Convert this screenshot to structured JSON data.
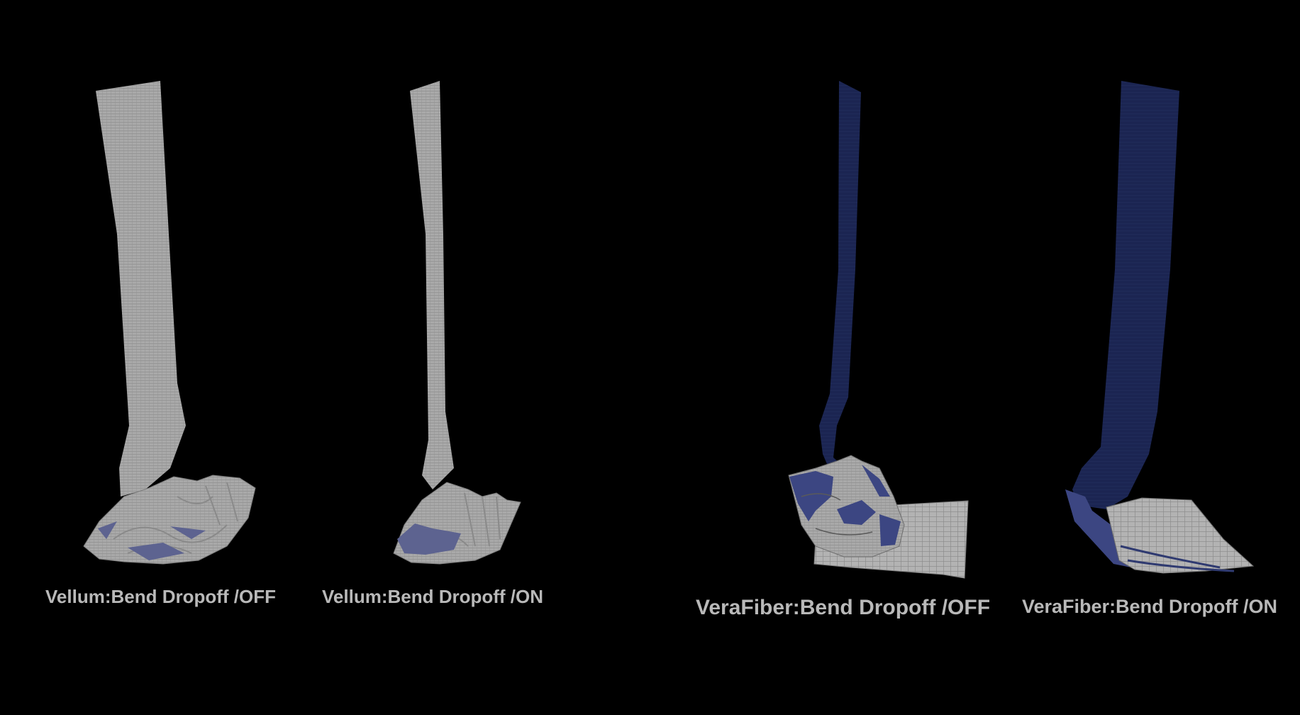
{
  "panels": [
    {
      "caption": "Vellum:Bend Dropoff /OFF",
      "strip_color": "#a9a9a9",
      "underside_color": "#5d6390"
    },
    {
      "caption": "Vellum:Bend Dropoff /ON",
      "strip_color": "#a9a9a9",
      "underside_color": "#5d6390"
    },
    {
      "caption": "VeraFiber:Bend Dropoff /OFF",
      "strip_color": "#1b2552",
      "underside_color": "#a9a9a9"
    },
    {
      "caption": "VeraFiber:Bend Dropoff /ON",
      "strip_color": "#1b2552",
      "underside_color": "#a9a9a9"
    }
  ],
  "colors": {
    "background": "#000000",
    "caption_text": "#b9b9b9"
  }
}
